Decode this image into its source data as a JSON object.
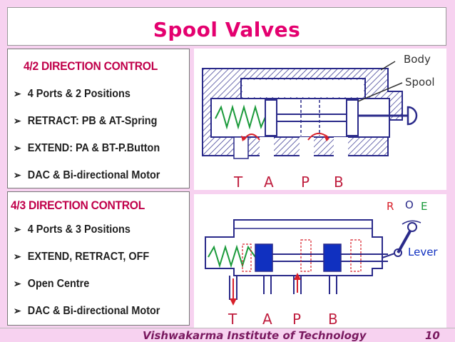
{
  "slide": {
    "title": "Spool Valves",
    "footer": "Vishwakarma Institute of Technology",
    "page_number": "10"
  },
  "section_42": {
    "heading": "4/2 DIRECTION CONTROL",
    "bullets": [
      "4 Ports & 2 Positions",
      "RETRACT:  PB & AT-Spring",
      "EXTEND: PA & BT-P.Button",
      "DAC & Bi-directional Motor"
    ]
  },
  "section_43": {
    "heading": "4/3 DIRECTION CONTROL",
    "bullets": [
      "4 Ports & 3 Positions",
      "EXTEND, RETRACT, OFF",
      "Open Centre",
      "DAC & Bi-directional Motor"
    ]
  },
  "diagram_42": {
    "label_body": "Body",
    "label_spool": "Spool",
    "ports": [
      "T",
      "A",
      "P",
      "B"
    ]
  },
  "diagram_43": {
    "positions": [
      "R",
      "O",
      "E"
    ],
    "label_lever": "Lever",
    "ports": [
      "T",
      "A",
      "P",
      "B"
    ]
  },
  "colors": {
    "background": "#f7d2f0",
    "title": "#e4006f",
    "heading": "#c0004a",
    "diagram_ink": "#2a2a8a",
    "spring": "#1a9a3a",
    "arrows": "#d8202a",
    "spool_block": "#1030c0"
  }
}
